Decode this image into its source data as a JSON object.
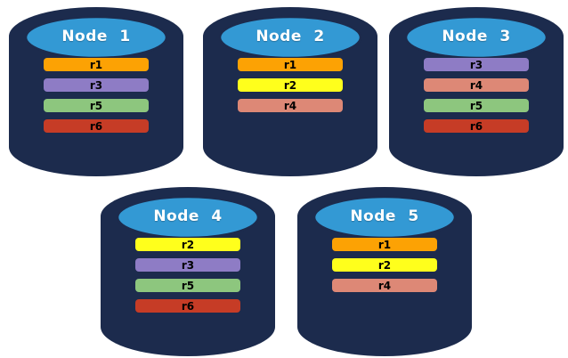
{
  "colors": {
    "background": "#FFFFFF",
    "cylinder_body": "#1C2B4D",
    "cylinder_top": "#3399D4",
    "cylinder_top_outline": "#1C2B4D",
    "node_label_text": "#FFFFFF",
    "replica_label_text": "#000000"
  },
  "replica_palette": {
    "r1": "#FCA204",
    "r2": "#FFFF1C",
    "r3": "#8E7CC5",
    "r4": "#DD8876",
    "r5": "#8DC67E",
    "r6": "#C63C26"
  },
  "nodes": [
    {
      "label": "Node 1",
      "replicas": [
        {
          "label": "r1",
          "color": "#FCA204"
        },
        {
          "label": "r3",
          "color": "#8E7CC5"
        },
        {
          "label": "r5",
          "color": "#8DC67E"
        },
        {
          "label": "r6",
          "color": "#C63C26"
        }
      ]
    },
    {
      "label": "Node 2",
      "replicas": [
        {
          "label": "r1",
          "color": "#FCA204"
        },
        {
          "label": "r2",
          "color": "#FFFF1C"
        },
        {
          "label": "r4",
          "color": "#DD8876"
        }
      ]
    },
    {
      "label": "Node 3",
      "replicas": [
        {
          "label": "r3",
          "color": "#8E7CC5"
        },
        {
          "label": "r4",
          "color": "#DD8876"
        },
        {
          "label": "r5",
          "color": "#8DC67E"
        },
        {
          "label": "r6",
          "color": "#C63C26"
        }
      ]
    },
    {
      "label": "Node 4",
      "replicas": [
        {
          "label": "r2",
          "color": "#FFFF1C"
        },
        {
          "label": "r3",
          "color": "#8E7CC5"
        },
        {
          "label": "r5",
          "color": "#8DC67E"
        },
        {
          "label": "r6",
          "color": "#C63C26"
        }
      ]
    },
    {
      "label": "Node 5",
      "replicas": [
        {
          "label": "r1",
          "color": "#FCA204"
        },
        {
          "label": "r2",
          "color": "#FFFF1C"
        },
        {
          "label": "r4",
          "color": "#DD8876"
        }
      ]
    }
  ]
}
